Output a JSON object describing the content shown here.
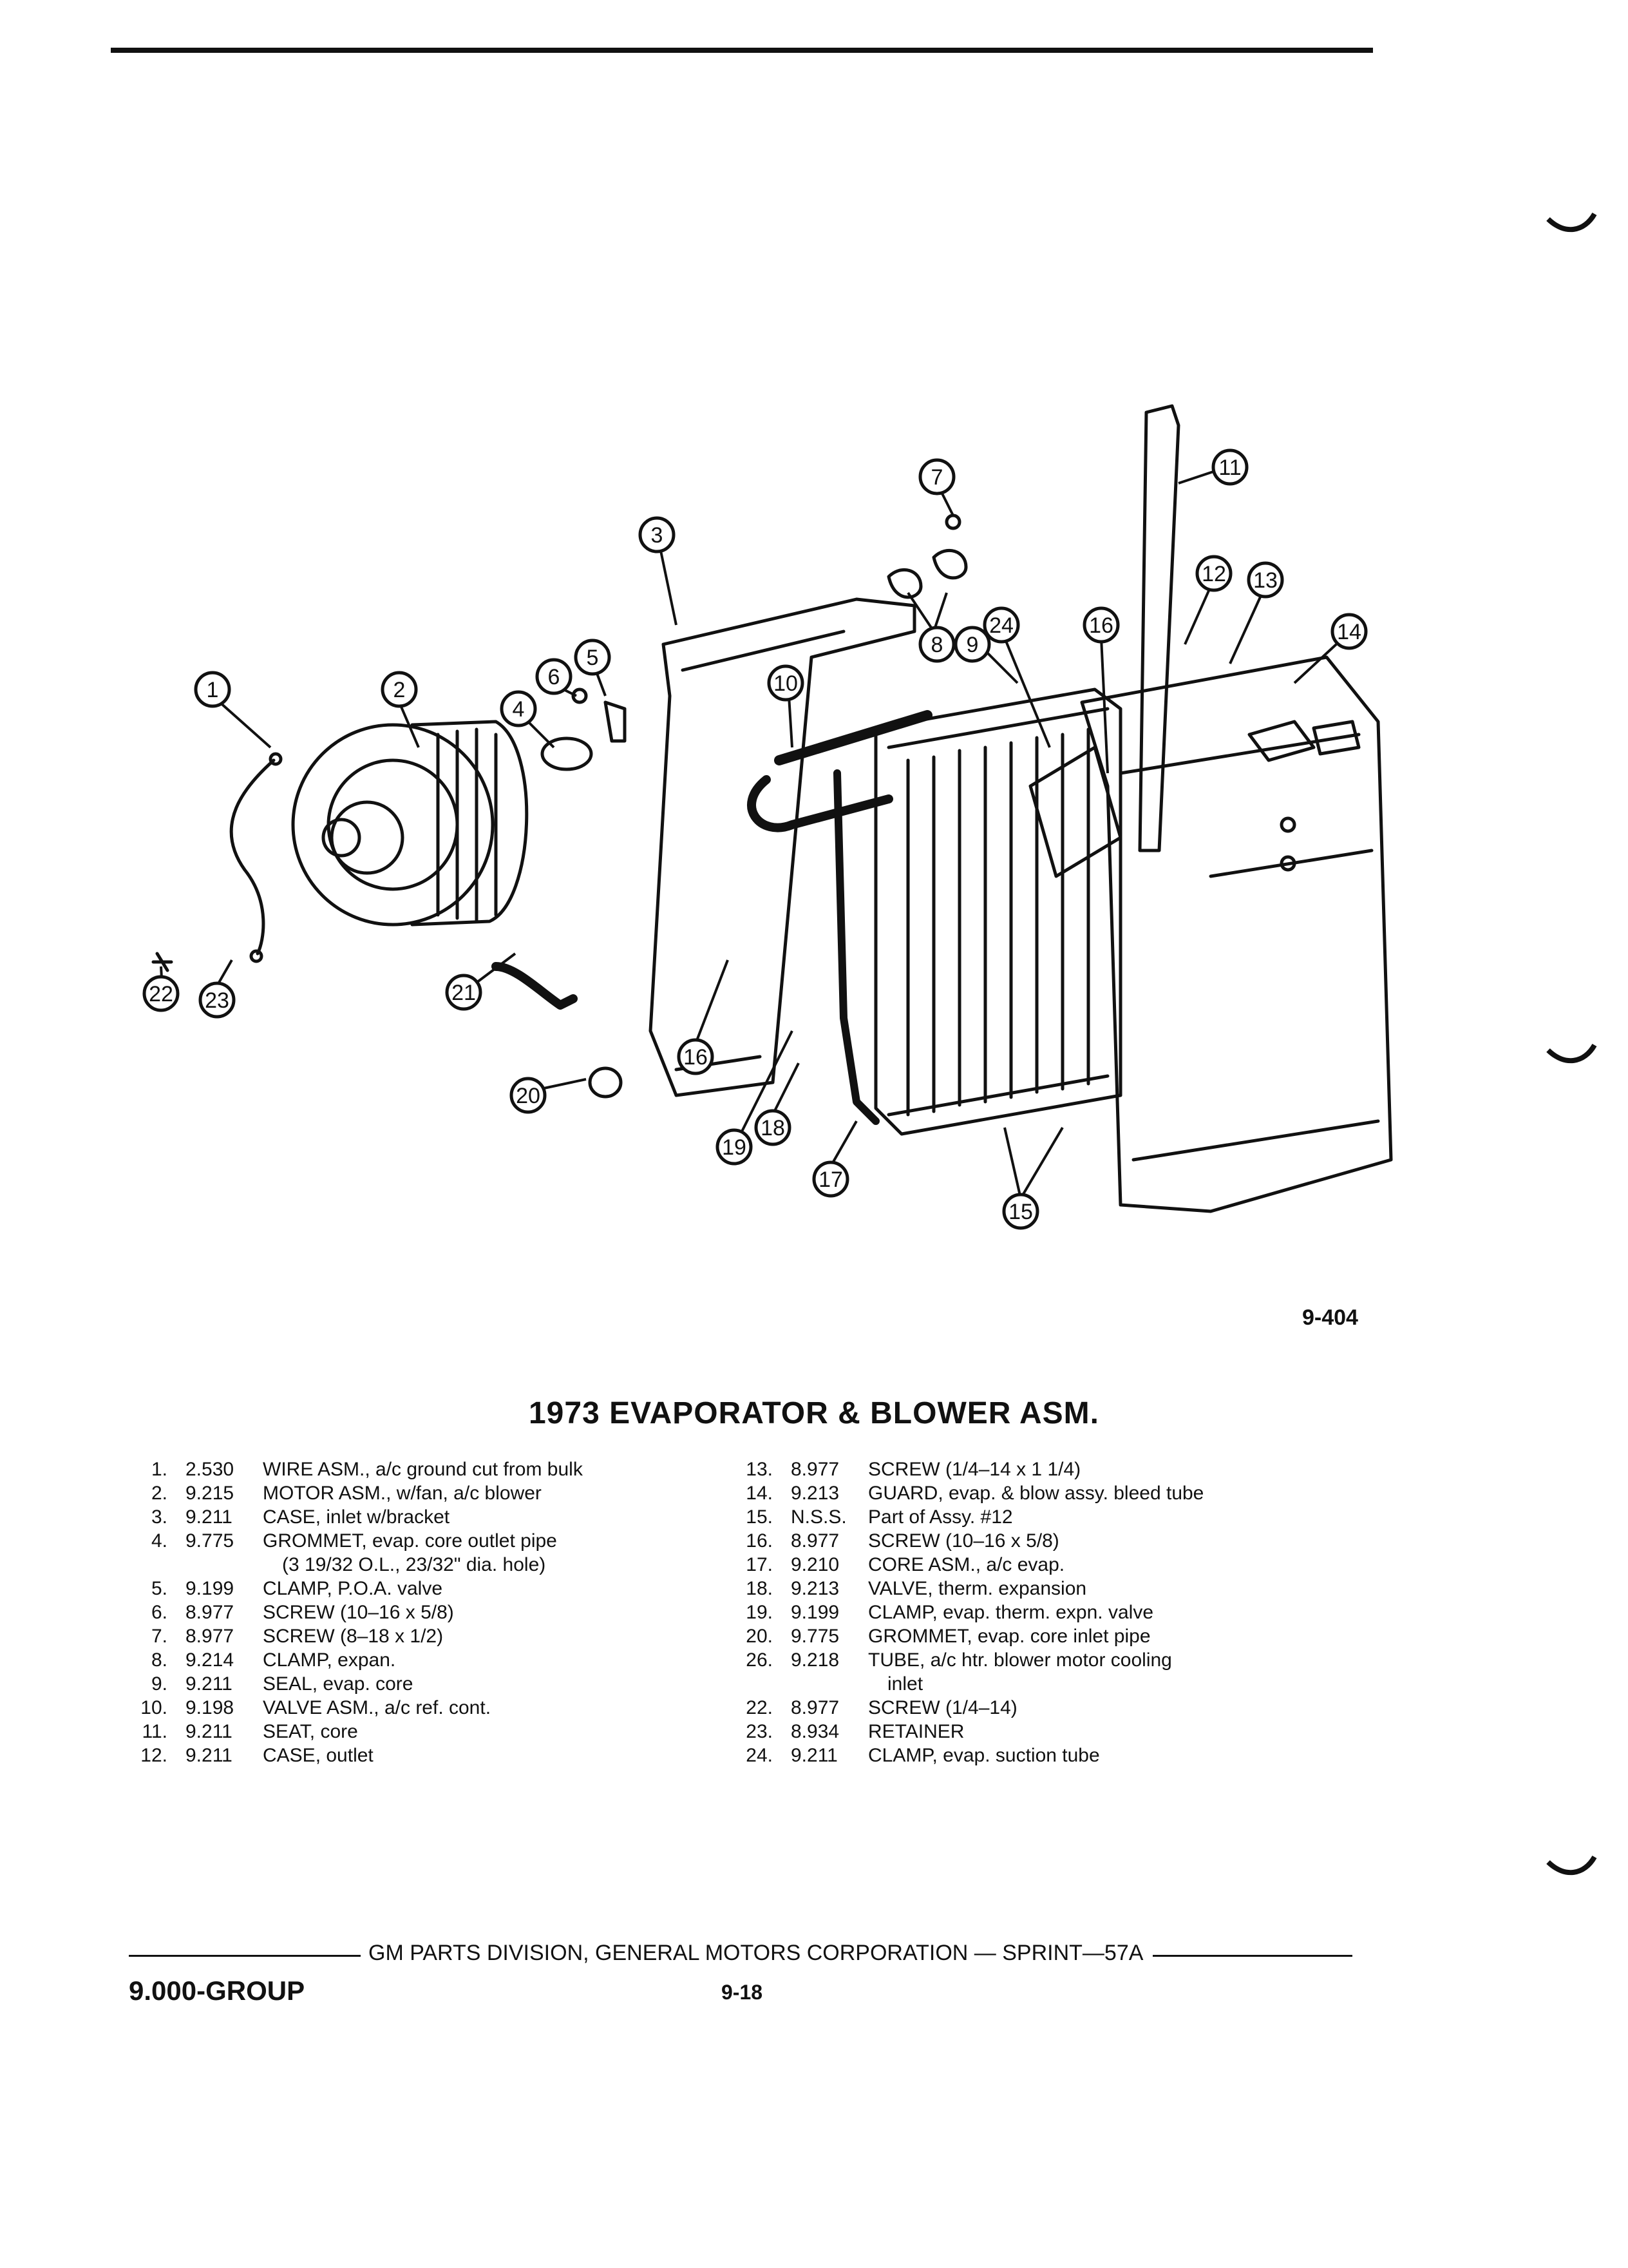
{
  "figure_id": "9-404",
  "title": "1973 EVAPORATOR & BLOWER ASM.",
  "callouts": [
    "1",
    "2",
    "3",
    "4",
    "5",
    "6",
    "7",
    "8",
    "9",
    "10",
    "11",
    "12",
    "13",
    "14",
    "15",
    "16",
    "16",
    "17",
    "18",
    "19",
    "20",
    "21",
    "22",
    "23",
    "24"
  ],
  "parts_left": [
    {
      "no": "1.",
      "cat": "2.530",
      "desc": "WIRE ASM., a/c ground cut from bulk"
    },
    {
      "no": "2.",
      "cat": "9.215",
      "desc": "MOTOR ASM., w/fan, a/c blower"
    },
    {
      "no": "3.",
      "cat": "9.211",
      "desc": "CASE, inlet w/bracket"
    },
    {
      "no": "4.",
      "cat": "9.775",
      "desc": "GROMMET, evap. core outlet pipe"
    },
    {
      "no": "",
      "cat": "",
      "desc": "(3 19/32 O.L., 23/32\" dia. hole)"
    },
    {
      "no": "5.",
      "cat": "9.199",
      "desc": "CLAMP, P.O.A. valve"
    },
    {
      "no": "6.",
      "cat": "8.977",
      "desc": "SCREW (10–16 x 5/8)"
    },
    {
      "no": "7.",
      "cat": "8.977",
      "desc": "SCREW (8–18 x 1/2)"
    },
    {
      "no": "8.",
      "cat": "9.214",
      "desc": "CLAMP, expan."
    },
    {
      "no": "9.",
      "cat": "9.211",
      "desc": "SEAL, evap. core"
    },
    {
      "no": "10.",
      "cat": "9.198",
      "desc": "VALVE ASM., a/c ref. cont."
    },
    {
      "no": "11.",
      "cat": "9.211",
      "desc": "SEAT, core"
    },
    {
      "no": "12.",
      "cat": "9.211",
      "desc": "CASE, outlet"
    }
  ],
  "parts_right": [
    {
      "no": "13.",
      "cat": "8.977",
      "desc": "SCREW (1/4–14 x 1 1/4)"
    },
    {
      "no": "14.",
      "cat": "9.213",
      "desc": "GUARD, evap. & blow assy. bleed tube"
    },
    {
      "no": "15.",
      "cat": "N.S.S.",
      "desc": "Part of Assy. #12"
    },
    {
      "no": "16.",
      "cat": "8.977",
      "desc": "SCREW (10–16 x 5/8)"
    },
    {
      "no": "17.",
      "cat": "9.210",
      "desc": "CORE ASM., a/c evap."
    },
    {
      "no": "18.",
      "cat": "9.213",
      "desc": "VALVE, therm. expansion"
    },
    {
      "no": "19.",
      "cat": "9.199",
      "desc": "CLAMP, evap. therm. expn. valve"
    },
    {
      "no": "20.",
      "cat": "9.775",
      "desc": "GROMMET, evap. core inlet pipe"
    },
    {
      "no": "26.",
      "cat": "9.218",
      "desc": "TUBE, a/c htr. blower motor cooling"
    },
    {
      "no": "",
      "cat": "",
      "desc": "inlet"
    },
    {
      "no": "22.",
      "cat": "8.977",
      "desc": "SCREW (1/4–14)"
    },
    {
      "no": "23.",
      "cat": "8.934",
      "desc": "RETAINER"
    },
    {
      "no": "24.",
      "cat": "9.211",
      "desc": "CLAMP, evap. suction tube"
    }
  ],
  "footer": {
    "center_text": "GM PARTS DIVISION, GENERAL MOTORS CORPORATION — SPRINT—57A",
    "group": "9.000-GROUP",
    "page": "9-18"
  }
}
